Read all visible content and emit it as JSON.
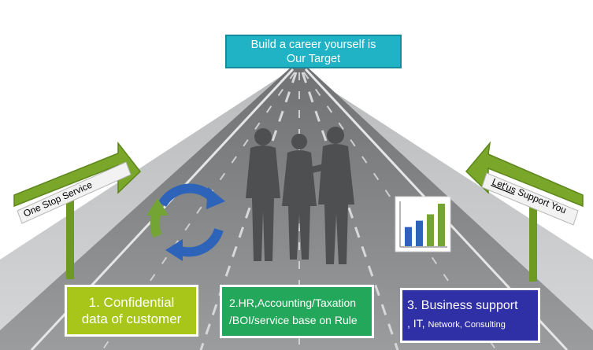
{
  "header": {
    "title_line1": "Build a career yourself  is",
    "title_line2": "Our Target"
  },
  "signs": {
    "left": "One Stop Service",
    "right_part1": "Let",
    "right_part2": "'us",
    "right_part3": " Support You"
  },
  "boxes": {
    "box1": {
      "line1": "1. Confidential",
      "line2": "data of customer"
    },
    "box2": {
      "line1": "2.HR,Accounting/Taxation",
      "line2": "/BOI/service base on Rule"
    },
    "box3": {
      "line1": "3. Business support",
      "line2_main": ", IT, ",
      "line2_small": "Network, Consulting"
    }
  },
  "chart_icon": {
    "values": [
      0.45,
      0.6,
      0.75,
      1.0
    ]
  },
  "colors": {
    "title_bg": "#1fb3c5",
    "box1_bg": "#a8c51a",
    "box2_bg": "#23a75b",
    "box3_bg": "#2f2fa6",
    "road": "#8a8d8f",
    "sign_green": "#7aa62a",
    "cycle_blue": "#2d63b8",
    "cycle_green": "#74a534"
  },
  "icons": [
    "cycle-arrows-icon",
    "bar-chart-icon",
    "businessmen-silhouette"
  ]
}
